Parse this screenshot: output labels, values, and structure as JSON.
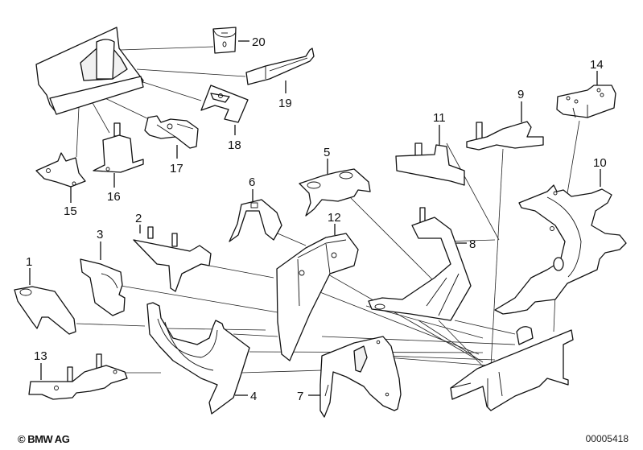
{
  "diagram": {
    "title": "Body mounting brackets / reinforcements exploded view",
    "background_color": "#ffffff",
    "line_color": "#111111",
    "callouts": [
      {
        "id": "1",
        "label": "1"
      },
      {
        "id": "2",
        "label": "2"
      },
      {
        "id": "3",
        "label": "3"
      },
      {
        "id": "4",
        "label": "4"
      },
      {
        "id": "5",
        "label": "5"
      },
      {
        "id": "6",
        "label": "6"
      },
      {
        "id": "7",
        "label": "7"
      },
      {
        "id": "8",
        "label": "8"
      },
      {
        "id": "9",
        "label": "9"
      },
      {
        "id": "10",
        "label": "10"
      },
      {
        "id": "11",
        "label": "11"
      },
      {
        "id": "12",
        "label": "12"
      },
      {
        "id": "13",
        "label": "13"
      },
      {
        "id": "14",
        "label": "14"
      },
      {
        "id": "15",
        "label": "15"
      },
      {
        "id": "16",
        "label": "16"
      },
      {
        "id": "17",
        "label": "17"
      },
      {
        "id": "18",
        "label": "18"
      },
      {
        "id": "19",
        "label": "19"
      },
      {
        "id": "20",
        "label": "20"
      }
    ]
  },
  "footer": {
    "copyright": "© BMW AG",
    "drawing_number": "00005418"
  }
}
